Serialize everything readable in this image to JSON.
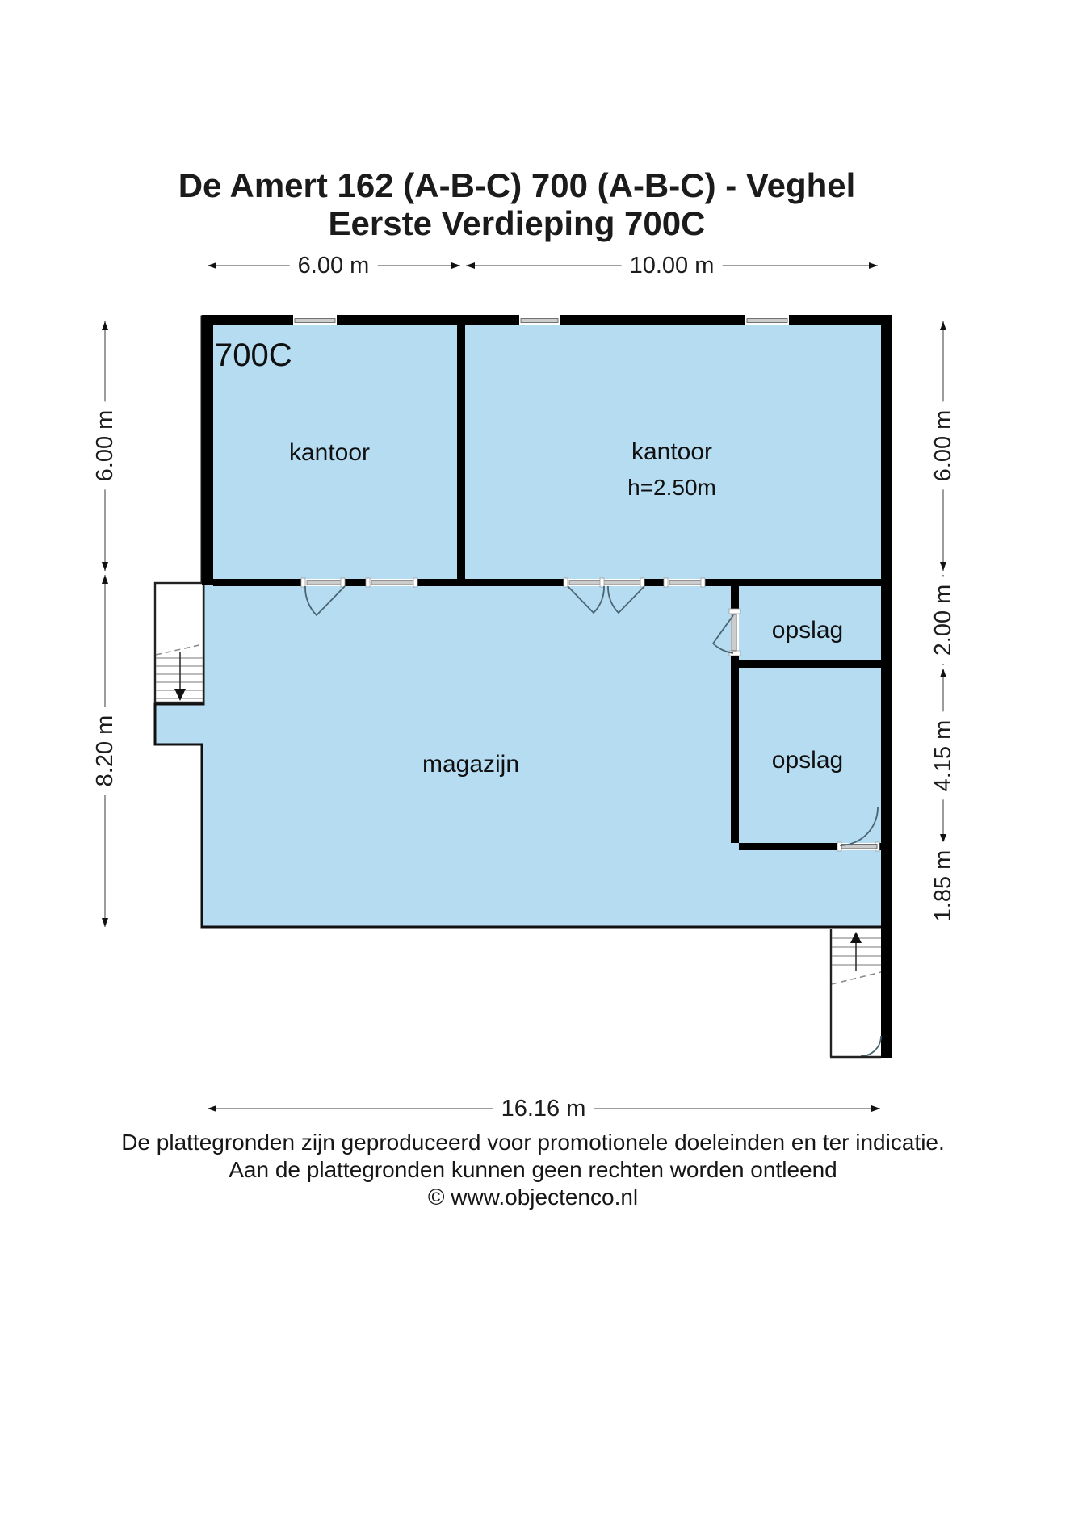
{
  "title": {
    "line1": "De Amert 162 (A-B-C) 700 (A-B-C) - Veghel",
    "line2": "Eerste Verdieping 700C"
  },
  "plan": {
    "unit_label": "700C",
    "rooms": {
      "kantoor_left": {
        "label": "kantoor"
      },
      "kantoor_right": {
        "label": "kantoor",
        "ceiling_height": "h=2.50m"
      },
      "magazijn": {
        "label": "magazijn"
      },
      "opslag_upper": {
        "label": "opslag"
      },
      "opslag_lower": {
        "label": "opslag"
      }
    }
  },
  "dimensions": {
    "top_left": "6.00 m",
    "top_right": "10.00 m",
    "left_upper": "6.00 m",
    "left_lower": "8.20 m",
    "right_upper": "6.00 m",
    "right_mid_upper": "2.00 m",
    "right_mid_lower": "4.15 m",
    "right_lower": "1.85 m",
    "bottom": "16.16 m"
  },
  "footer": {
    "line1": "De plattegronden zijn geproduceerd voor promotionele doeleinden en ter indicatie.",
    "line2": "Aan de plattegronden kunnen geen rechten worden ontleend",
    "line3": "© www.objectenco.nl"
  },
  "colors": {
    "room_fill": "#b6dcf2",
    "wall": "#000000",
    "window_gray": "#cccccc",
    "dimension_line": "#666666",
    "door_arc": "#4a6572"
  }
}
